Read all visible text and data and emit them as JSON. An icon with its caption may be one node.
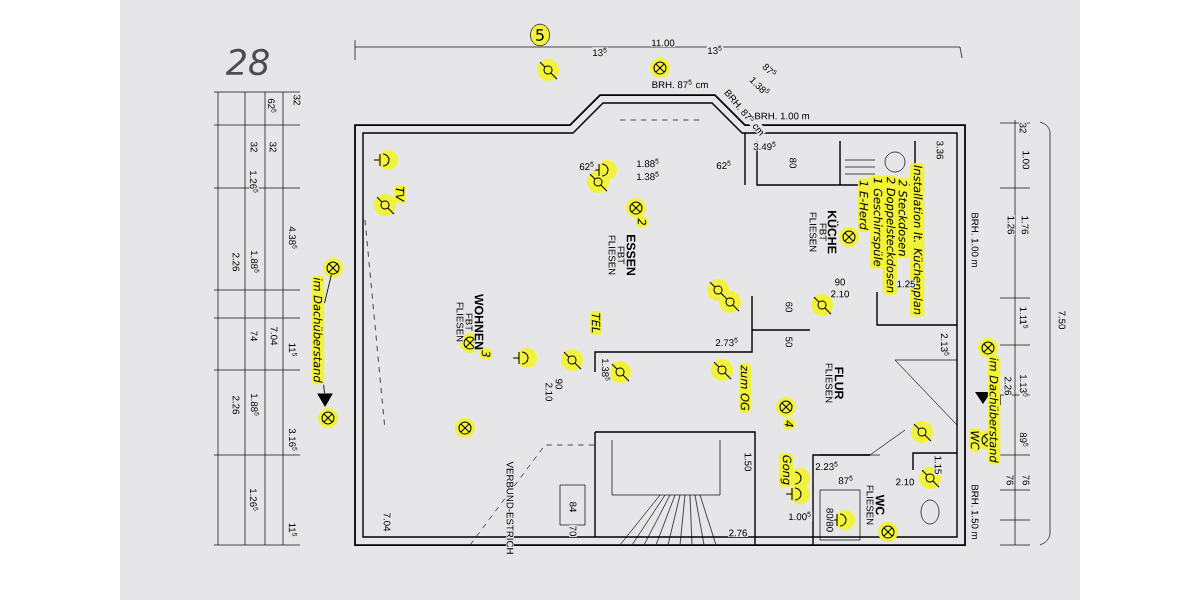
{
  "diagram": {
    "nodes": [
      {
        "text": [],
        "shape": "circle"
      },
      {
        "text": [
          "im Dachüberstand"
        ]
      },
      {
        "text": [],
        "shape": "triangle"
      },
      {
        "text": [
          "im Dachüberstand"
        ]
      }
    ],
    "edges": [
      {
        "from": 1,
        "to": 0,
        "arrow": "none"
      },
      {
        "from": 1,
        "to": 2,
        "arrow": "none"
      }
    ],
    "labels": [
      "28",
      "5",
      "11.00",
      "13$^{5}$",
      "13$^{5}$",
      "87$^{5}$",
      "1.38$^{5}$",
      "BRH. 87$^{5}$ cm",
      "BRH. 87$^{5}$ cm",
      "BRH. 1.00 m",
      "62$^{5}$",
      "1.88$^{5}$",
      "1.38$^{5}$",
      "62$^{5}$",
      "3.49$^{5}$",
      "80",
      "3.36",
      "32",
      "62$^{5}$",
      "32",
      "32",
      "1.26$^{5}$",
      "4.38$^{5}$",
      "1.88$^{5}$",
      "2.26",
      "74",
      "7.04",
      "11$^{5}$",
      "1.88$^{5}$",
      "2.26",
      "3.16$^{5}$",
      "1.26$^{5}$",
      "11$^{5}$",
      "WOHNEN",
      "FBT",
      "FLIESEN",
      "ESSEN",
      "FBT",
      "FLIESEN",
      "KÜCHE",
      "FBT",
      "FLIESEN",
      "FLUR",
      "FLIESEN",
      "WC",
      "FLIESEN",
      "VERBUND-ESTRICH",
      "TV",
      "TEL",
      "zum OG",
      "Gong",
      "Installation lt. Küchenplan",
      "2 Steckdosen",
      "2 Doppelsteckdosen",
      "1 Geschirrspüle",
      "1 E-Herd",
      "WC",
      "2",
      "3",
      "4",
      "BRH. 1.00 m",
      "BRH. 1.50 m",
      "90",
      "2.10",
      "1.25",
      "60",
      "50",
      "2.73$^{5}$",
      "2.13$^{5}$",
      "1.38$^{5}$",
      "90",
      "2.10",
      "1.50",
      "2.23$^{5}$",
      "87$^{5}$",
      "1.15",
      "2.10",
      "80/80",
      "1.00$^{5}$",
      "2.76",
      "7.04",
      "84",
      "70",
      "32",
      "1.00",
      "1.76",
      "1.26",
      "1.11$^{5}$",
      "1.13$^{5}$",
      "2.26",
      "89$^{5}$",
      "76",
      "76",
      "7.50"
    ]
  }
}
